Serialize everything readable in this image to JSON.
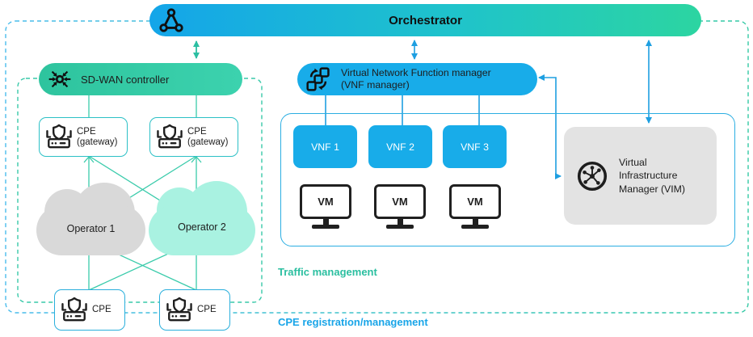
{
  "orchestrator": {
    "label": "Orchestrator"
  },
  "sdwan_controller": {
    "label": "SD-WAN controller"
  },
  "vnf_manager": {
    "label": "Virtual Network Function manager (VNF manager)"
  },
  "cpe_gateways": [
    {
      "label": "CPE (gateway)"
    },
    {
      "label": "CPE (gateway)"
    }
  ],
  "operators": [
    {
      "label": "Operator 1"
    },
    {
      "label": "Operator 2"
    }
  ],
  "cpes": [
    {
      "label": "CPE"
    },
    {
      "label": "CPE"
    }
  ],
  "vnfs": [
    {
      "label": "VNF 1"
    },
    {
      "label": "VNF 2"
    },
    {
      "label": "VNF 3"
    }
  ],
  "vms": [
    {
      "label": "VM"
    },
    {
      "label": "VM"
    },
    {
      "label": "VM"
    }
  ],
  "vim": {
    "label": "Virtual Infrastructure Manager (VIM)"
  },
  "region_labels": {
    "traffic_management": "Traffic management",
    "cpe_registration": "CPE registration/management"
  },
  "icons": {
    "orchestrator": "triangle-network-icon",
    "sdwan_controller": "converging-arrows-icon",
    "vnf_manager": "modules-cycle-icon",
    "vim": "infrastructure-hub-icon",
    "cpe": "secure-router-icon",
    "vm": "monitor-icon"
  },
  "colors": {
    "brand_blue": "#18ACE9",
    "brand_teal": "#2EC7A6",
    "orchestrator_gradient_left": "#14A5E9",
    "orchestrator_gradient_right": "#2CD5A1",
    "operator1_cloud": "#D9D9D9",
    "operator2_cloud": "#A9F2E1",
    "vim_background": "#E3E3E3",
    "line_blue": "#1E9FE1",
    "line_teal": "#3ACBAB",
    "traffic_label": "#2BBFA0",
    "registration_label": "#19A5E8"
  }
}
